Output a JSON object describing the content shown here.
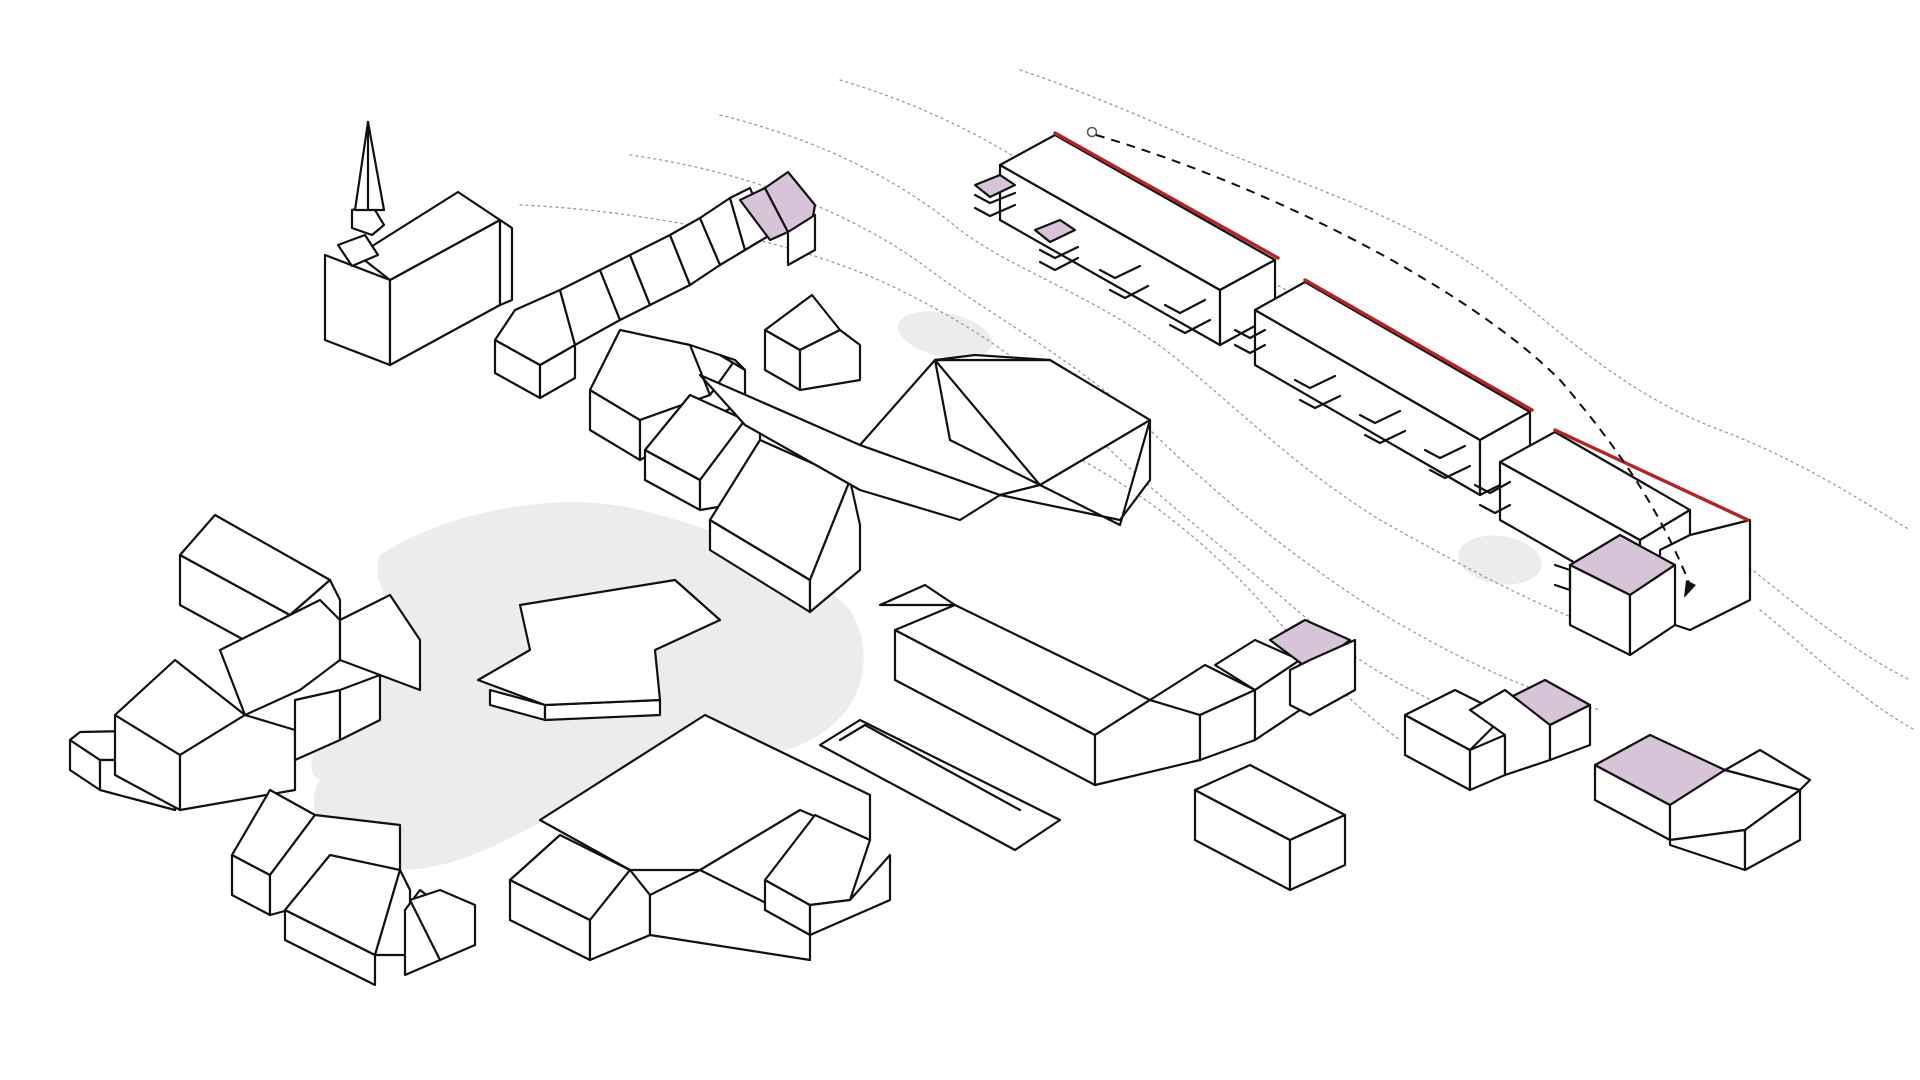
{
  "diagram": {
    "kind": "isometric site plan",
    "colors": {
      "background": "#ffffff",
      "building_fill": "#ffffff",
      "building_stroke": "#111111",
      "highlight_roof": "#d7c4d9",
      "red_edge": "#b32424",
      "plaza": "#ececec",
      "contour": "#9a9a9a"
    },
    "elements": [
      "church-with-spire",
      "row-houses-north",
      "central-complex",
      "west-cluster",
      "south-courtyard-block",
      "pavilion",
      "terraced-housing-bars",
      "east-small-blocks",
      "dashed-arrow",
      "public-plaza",
      "contour-lines"
    ],
    "highlighted_roofs": 7
  }
}
